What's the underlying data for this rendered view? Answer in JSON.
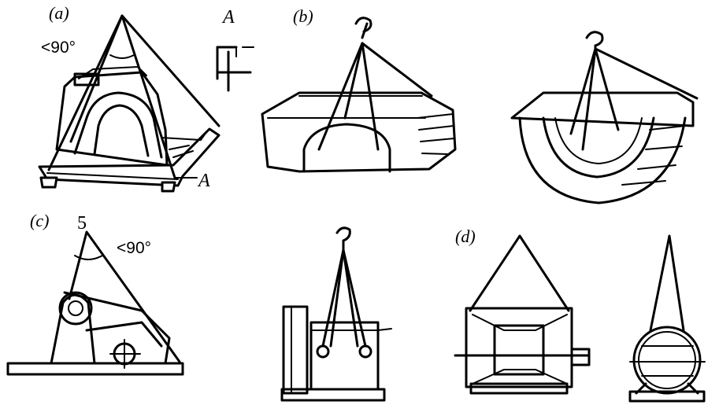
{
  "labels": {
    "a": "(a)",
    "b": "(b)",
    "c": "(c)",
    "d": "(d)",
    "section_a_top": "A",
    "section_a_side": "A",
    "angle_a": "<90°",
    "angle_c": "<90°",
    "num_c": "5"
  }
}
